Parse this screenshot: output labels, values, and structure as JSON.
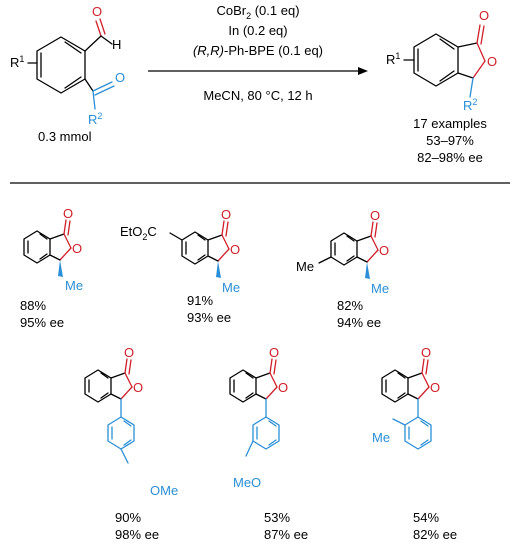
{
  "colors": {
    "oxygen": "#d0202a",
    "substituent": "#2a8fd6",
    "bond": "#000000"
  },
  "reaction": {
    "substrate": {
      "r1": "R",
      "r1_sup": "1",
      "r2": "R",
      "r2_sup": "2",
      "aldehyde_h": "H",
      "oxygen": "O",
      "amount": "0.3 mmol"
    },
    "conditions": {
      "catalyst": "CoBr",
      "catalyst_sub": "2",
      "catalyst_eq": " (0.1 eq)",
      "reductant": "In (0.2 eq)",
      "ligand_config": "(R,R)",
      "ligand_rest": "-Ph-BPE (0.1 eq)",
      "solvent_temp_time": "MeCN, 80 °C, 12 h"
    },
    "product": {
      "r1": "R",
      "r1_sup": "1",
      "r2": "R",
      "r2_sup": "2",
      "oxygen": "O",
      "examples": "17 examples",
      "yield_range": "53–97%",
      "ee_range": "82–98% ee"
    }
  },
  "examples": [
    {
      "sub_label": "Me",
      "yield": "88%",
      "ee": "95% ee"
    },
    {
      "sub_label": "Me",
      "ring_sub": "EtO",
      "ring_sub2": "2",
      "ring_sub3": "C",
      "yield": "91%",
      "ee": "93% ee"
    },
    {
      "sub_label": "Me",
      "ring_sub": "Me",
      "yield": "82%",
      "ee": "94% ee"
    },
    {
      "sub_label": "OMe",
      "yield": "90%",
      "ee": "98% ee"
    },
    {
      "sub_label": "MeO",
      "yield": "53%",
      "ee": "87% ee"
    },
    {
      "sub_label": "Me",
      "yield": "54%",
      "ee": "82% ee"
    }
  ],
  "oxygen_label": "O"
}
